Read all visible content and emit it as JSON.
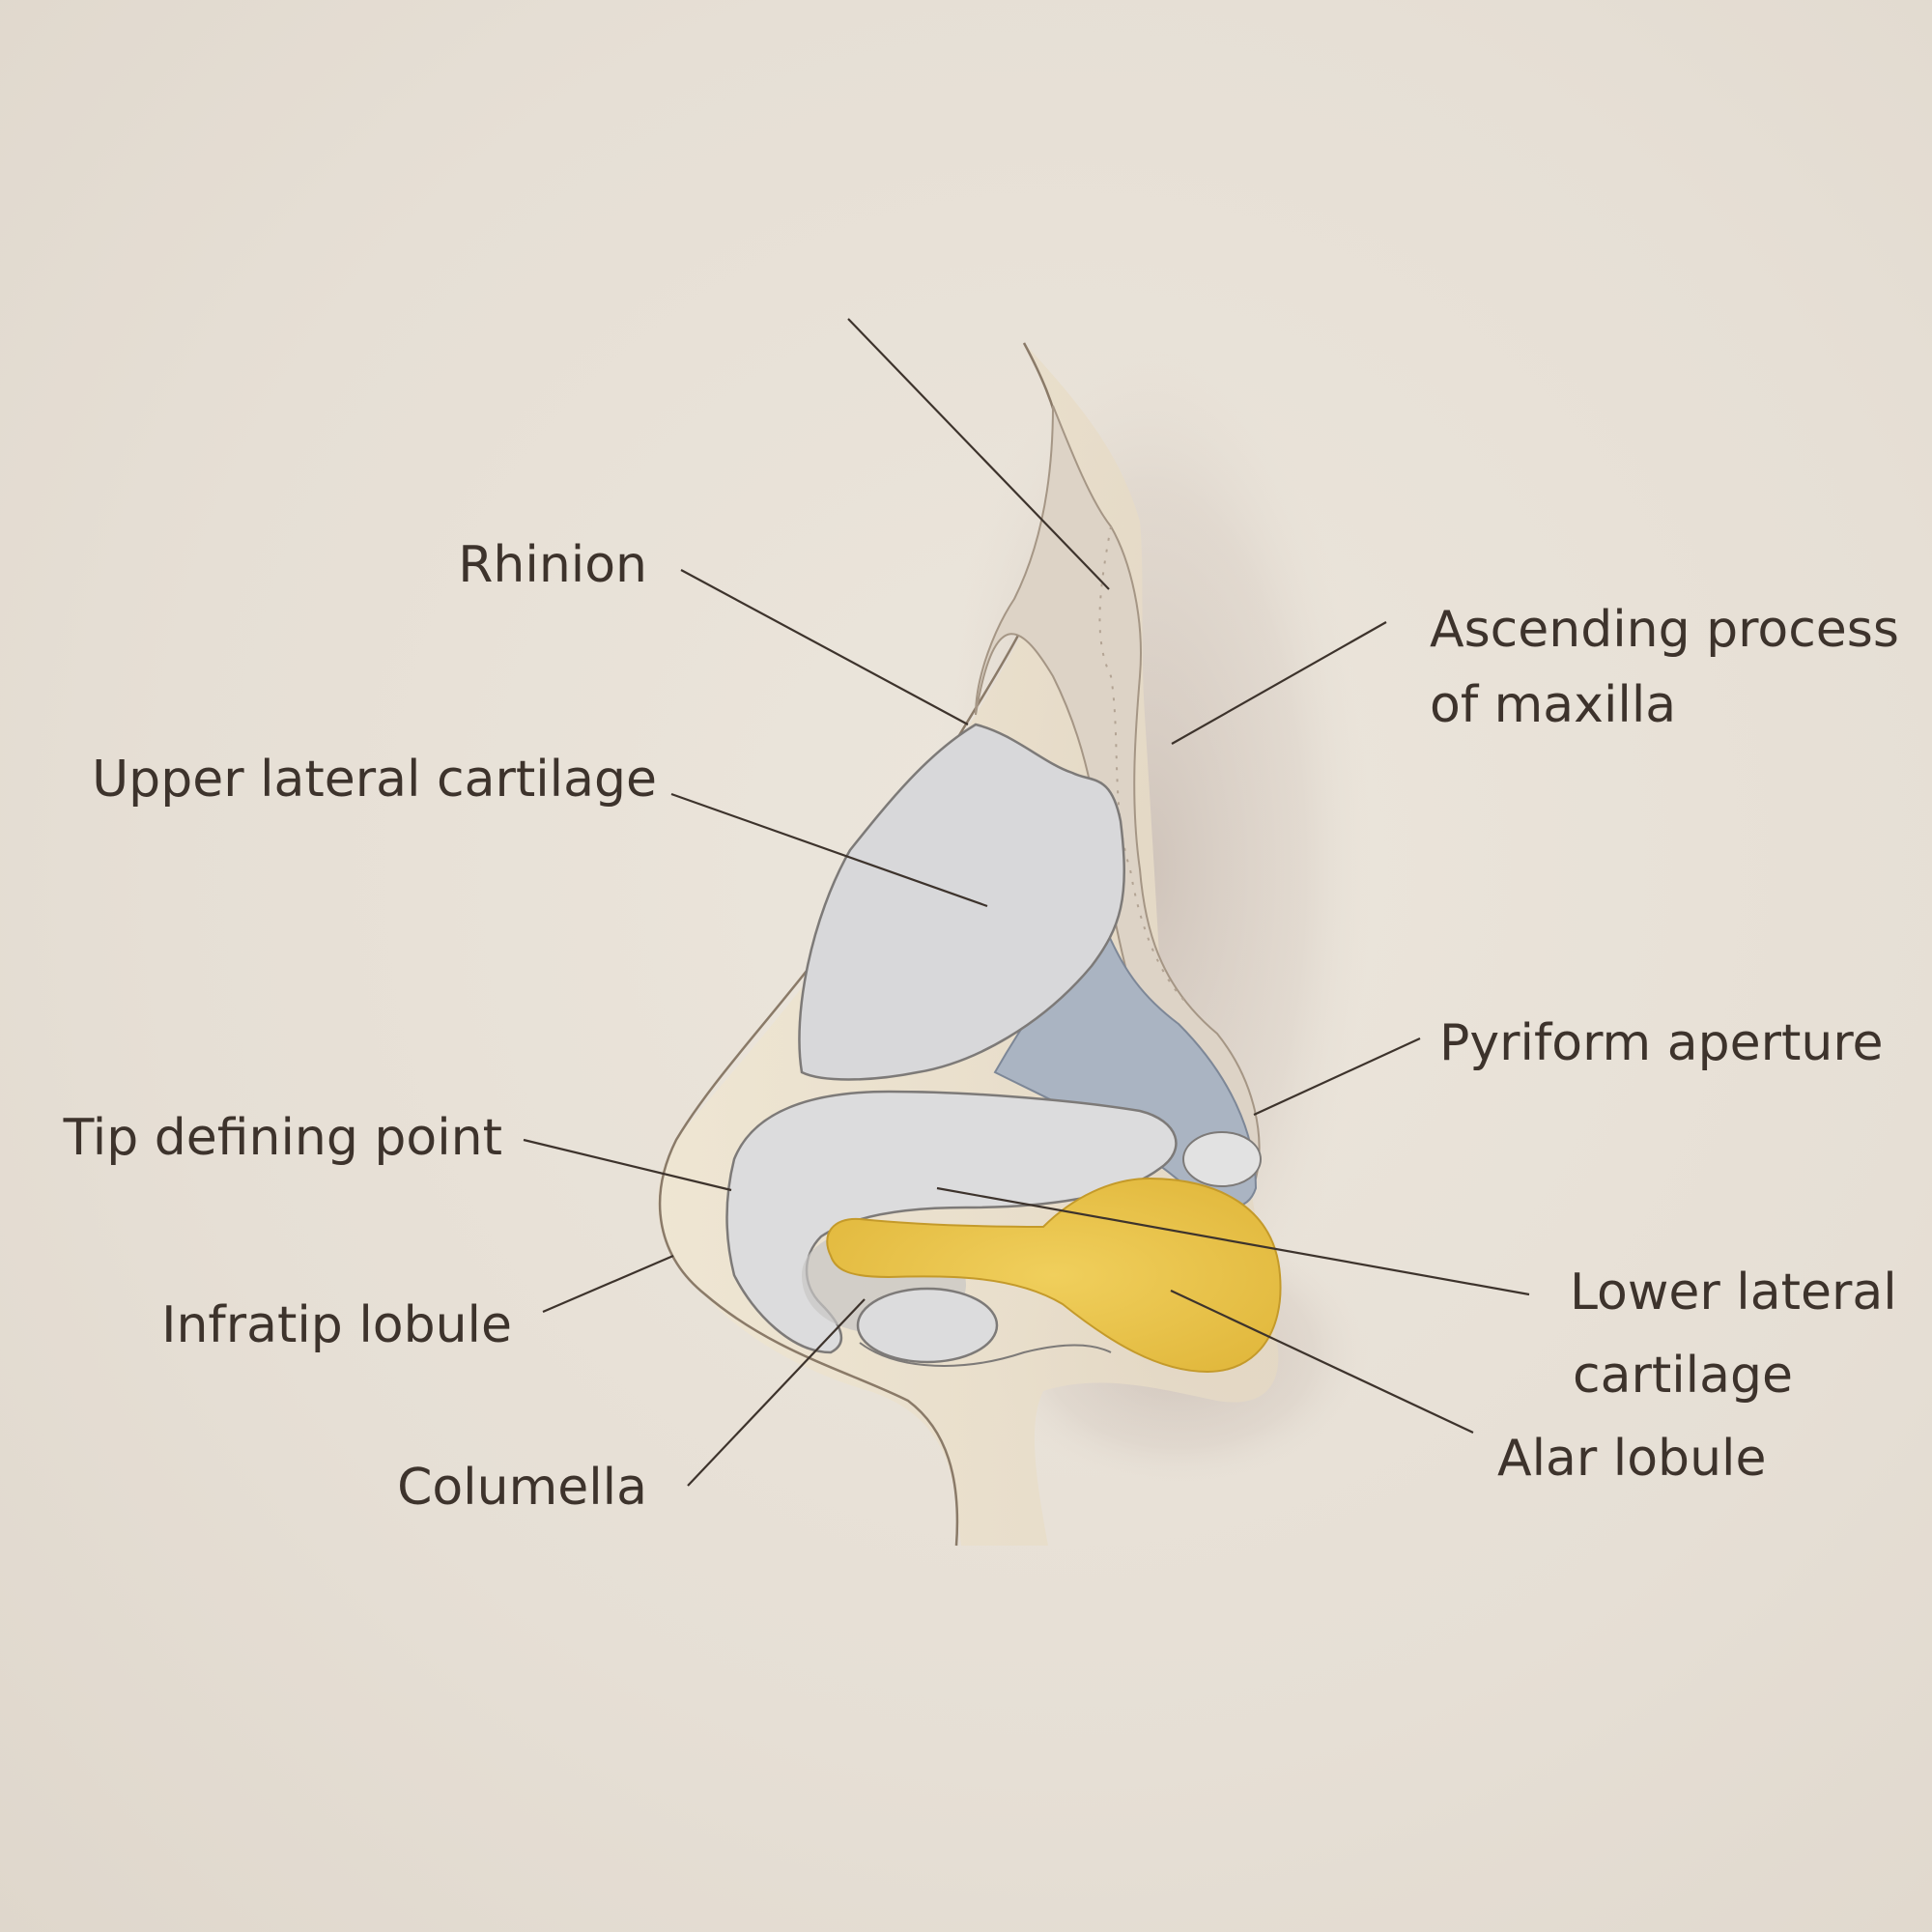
{
  "diagram": {
    "colors": {
      "background": "#e8e1d7",
      "skin": "#eadfc8",
      "bone": "#ddd3c6",
      "upper_lateral_cartilage": "#d8d8da",
      "pyriform_aperture": "#aab4c2",
      "lower_lateral_cartilage": "#dcdcdd",
      "alar_lobule": "#e9c54d",
      "outline": "#6b5a48",
      "leader_line": "#3d332c",
      "label_text": "#3d332c"
    },
    "labels": {
      "rhinion": "Rhinion",
      "ascending_process_line1": "Ascending process",
      "ascending_process_line2": "of maxilla",
      "upper_lateral_cartilage": "Upper lateral cartilage",
      "pyriform_aperture": "Pyriform aperture",
      "tip_defining_point": "Tip defining point",
      "infratip_lobule": "Infratip lobule",
      "lower_lateral_line1": "Lower lateral",
      "lower_lateral_line2": "cartilage",
      "alar_lobule": "Alar lobule",
      "columella": "Columella"
    }
  }
}
